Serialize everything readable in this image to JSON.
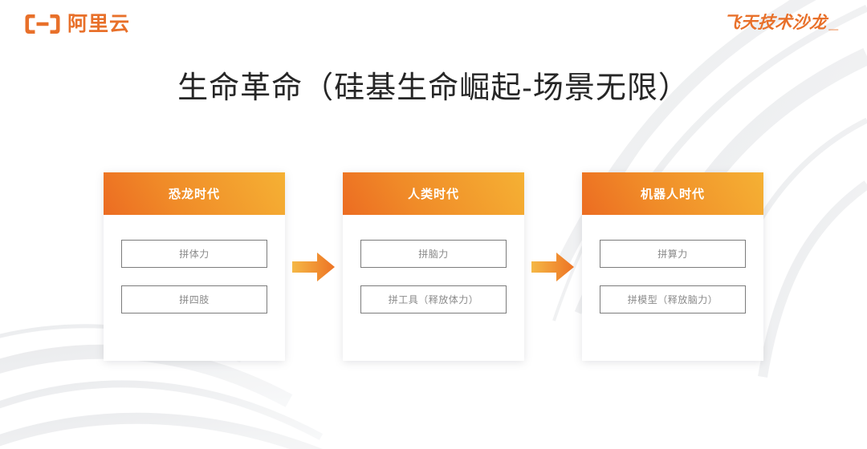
{
  "header": {
    "logo_mark": "alibaba-cloud-logo-icon",
    "logo_text": "阿里云",
    "event_brand": "飞天技术沙龙",
    "event_brand_suffix": "_"
  },
  "title": "生命革命（硅基生命崛起-场景无限）",
  "colors": {
    "brand_orange": "#E8702A",
    "gradient_start": "#EC6C22",
    "gradient_end": "#F5B134",
    "title_text": "#262626",
    "item_text": "#8A8A8A",
    "item_border": "#7C7C7C",
    "background": "#FFFFFF"
  },
  "diagram": {
    "arrow_icon": "arrow-right-icon",
    "cards": [
      {
        "title": "恐龙时代",
        "items": [
          "拼体力",
          "拼四肢"
        ]
      },
      {
        "title": "人类时代",
        "items": [
          "拼脑力",
          "拼工具（释放体力）"
        ]
      },
      {
        "title": "机器人时代",
        "items": [
          "拼算力",
          "拼模型（释放脑力）"
        ]
      }
    ]
  }
}
